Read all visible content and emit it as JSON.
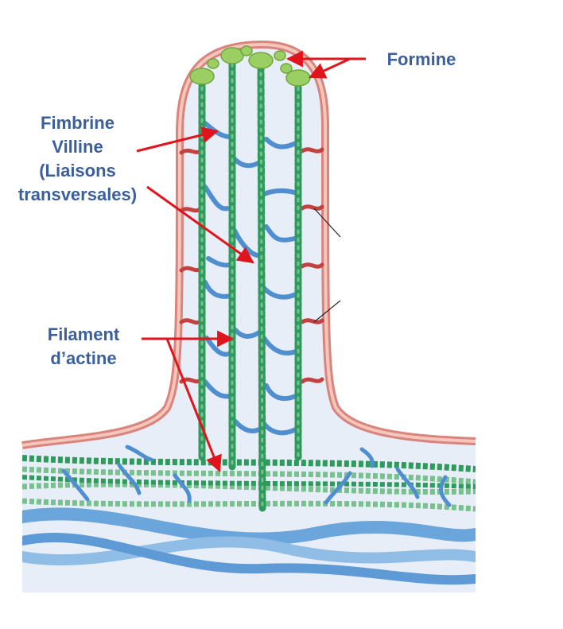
{
  "colors": {
    "label_text": "#3a5f9a",
    "arrow": "#e0141c",
    "membrane_outer": "#d9847c",
    "membrane_inner": "#f4c6bc",
    "cytoplasm": "#e8eef8",
    "actin": "#2e9a5c",
    "actin_light": "#79c08f",
    "crosslink_blue": "#4f8fd0",
    "crosslink_red": "#c4413e",
    "formin": "#9ccf63",
    "cortex_blue": "#6aa6dc"
  },
  "labels": {
    "formine": "Formine",
    "fimbrine": "Fimbrine",
    "villine": "Villine",
    "liaisons_1": "(Liaisons",
    "liaisons_2": "transversales)",
    "filament_1": "Filament",
    "filament_2": "d’actine"
  }
}
